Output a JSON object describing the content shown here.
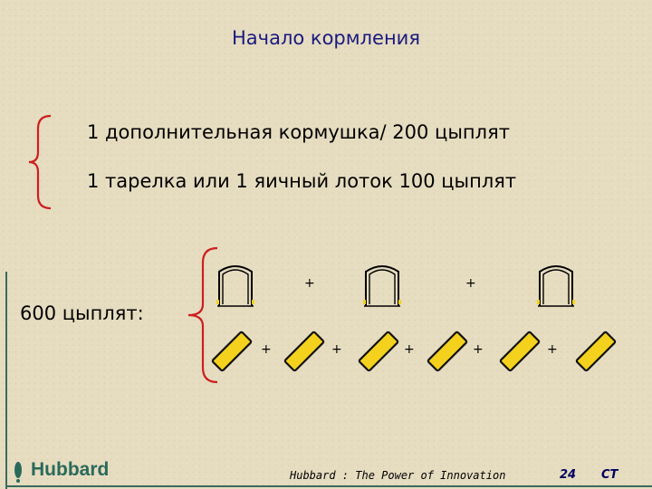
{
  "slide": {
    "title": "Начало кормления",
    "line1": "1 дополнительная кормушка/ 200 цыплят",
    "line2": "1 тарелка или 1 яичный лоток 100 цыплят",
    "group_label": "600 цыплят:",
    "plus": "+"
  },
  "footer": {
    "logo_text": "Hubbard",
    "tagline": "Hubbard : The Power of Innovation",
    "page_number": "24",
    "code": "CT"
  },
  "colors": {
    "title": "#1a1a80",
    "brace": "#cc1f1f",
    "tray_fill": "#f3d11c",
    "brand": "#2a6a5a"
  }
}
